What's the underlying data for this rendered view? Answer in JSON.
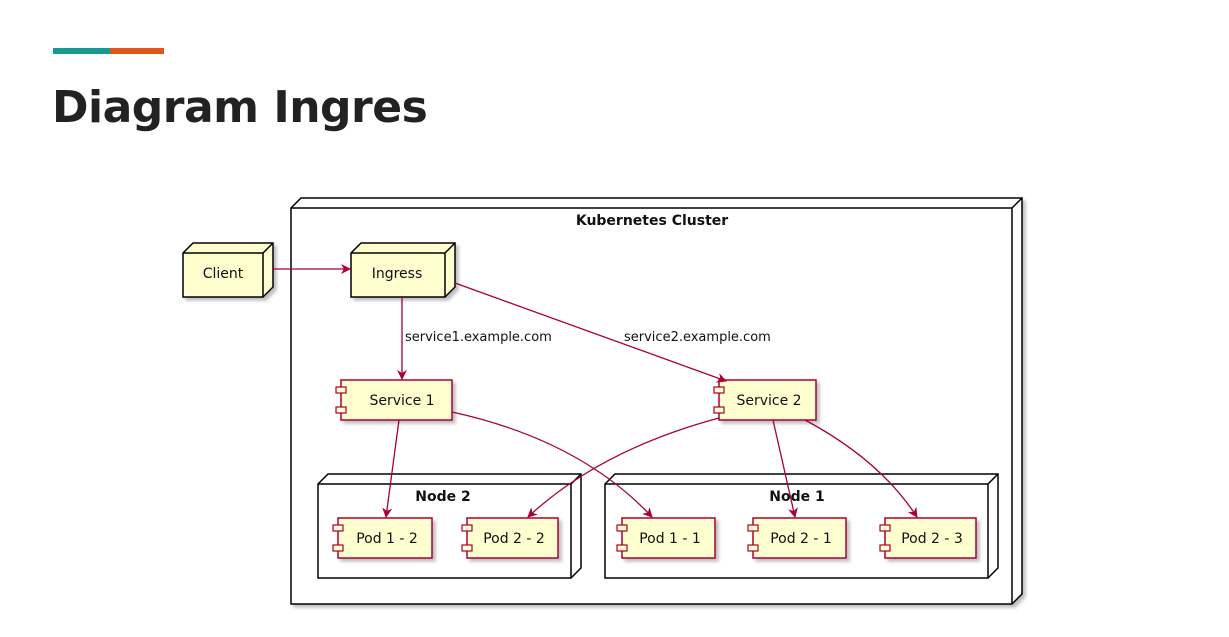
{
  "slide": {
    "title": "Diagram Ingres",
    "accent_colors": [
      "#1a9a8f",
      "#e3541a"
    ]
  },
  "diagram": {
    "colors": {
      "node_fill": "#fefece",
      "component_border": "#a80036",
      "edge": "#a80036"
    },
    "cluster_label": "Kubernetes Cluster",
    "client_label": "Client",
    "ingress_label": "Ingress",
    "service1_label": "Service 1",
    "service2_label": "Service 2",
    "node2_label": "Node 2",
    "node1_label": "Node 1",
    "pods": {
      "pod12": "Pod 1 - 2",
      "pod22": "Pod 2 - 2",
      "pod11": "Pod 1 - 1",
      "pod21": "Pod 2 - 1",
      "pod23": "Pod 2 - 3"
    },
    "edge_labels": {
      "to_service1": "service1.example.com",
      "to_service2": "service2.example.com"
    }
  }
}
